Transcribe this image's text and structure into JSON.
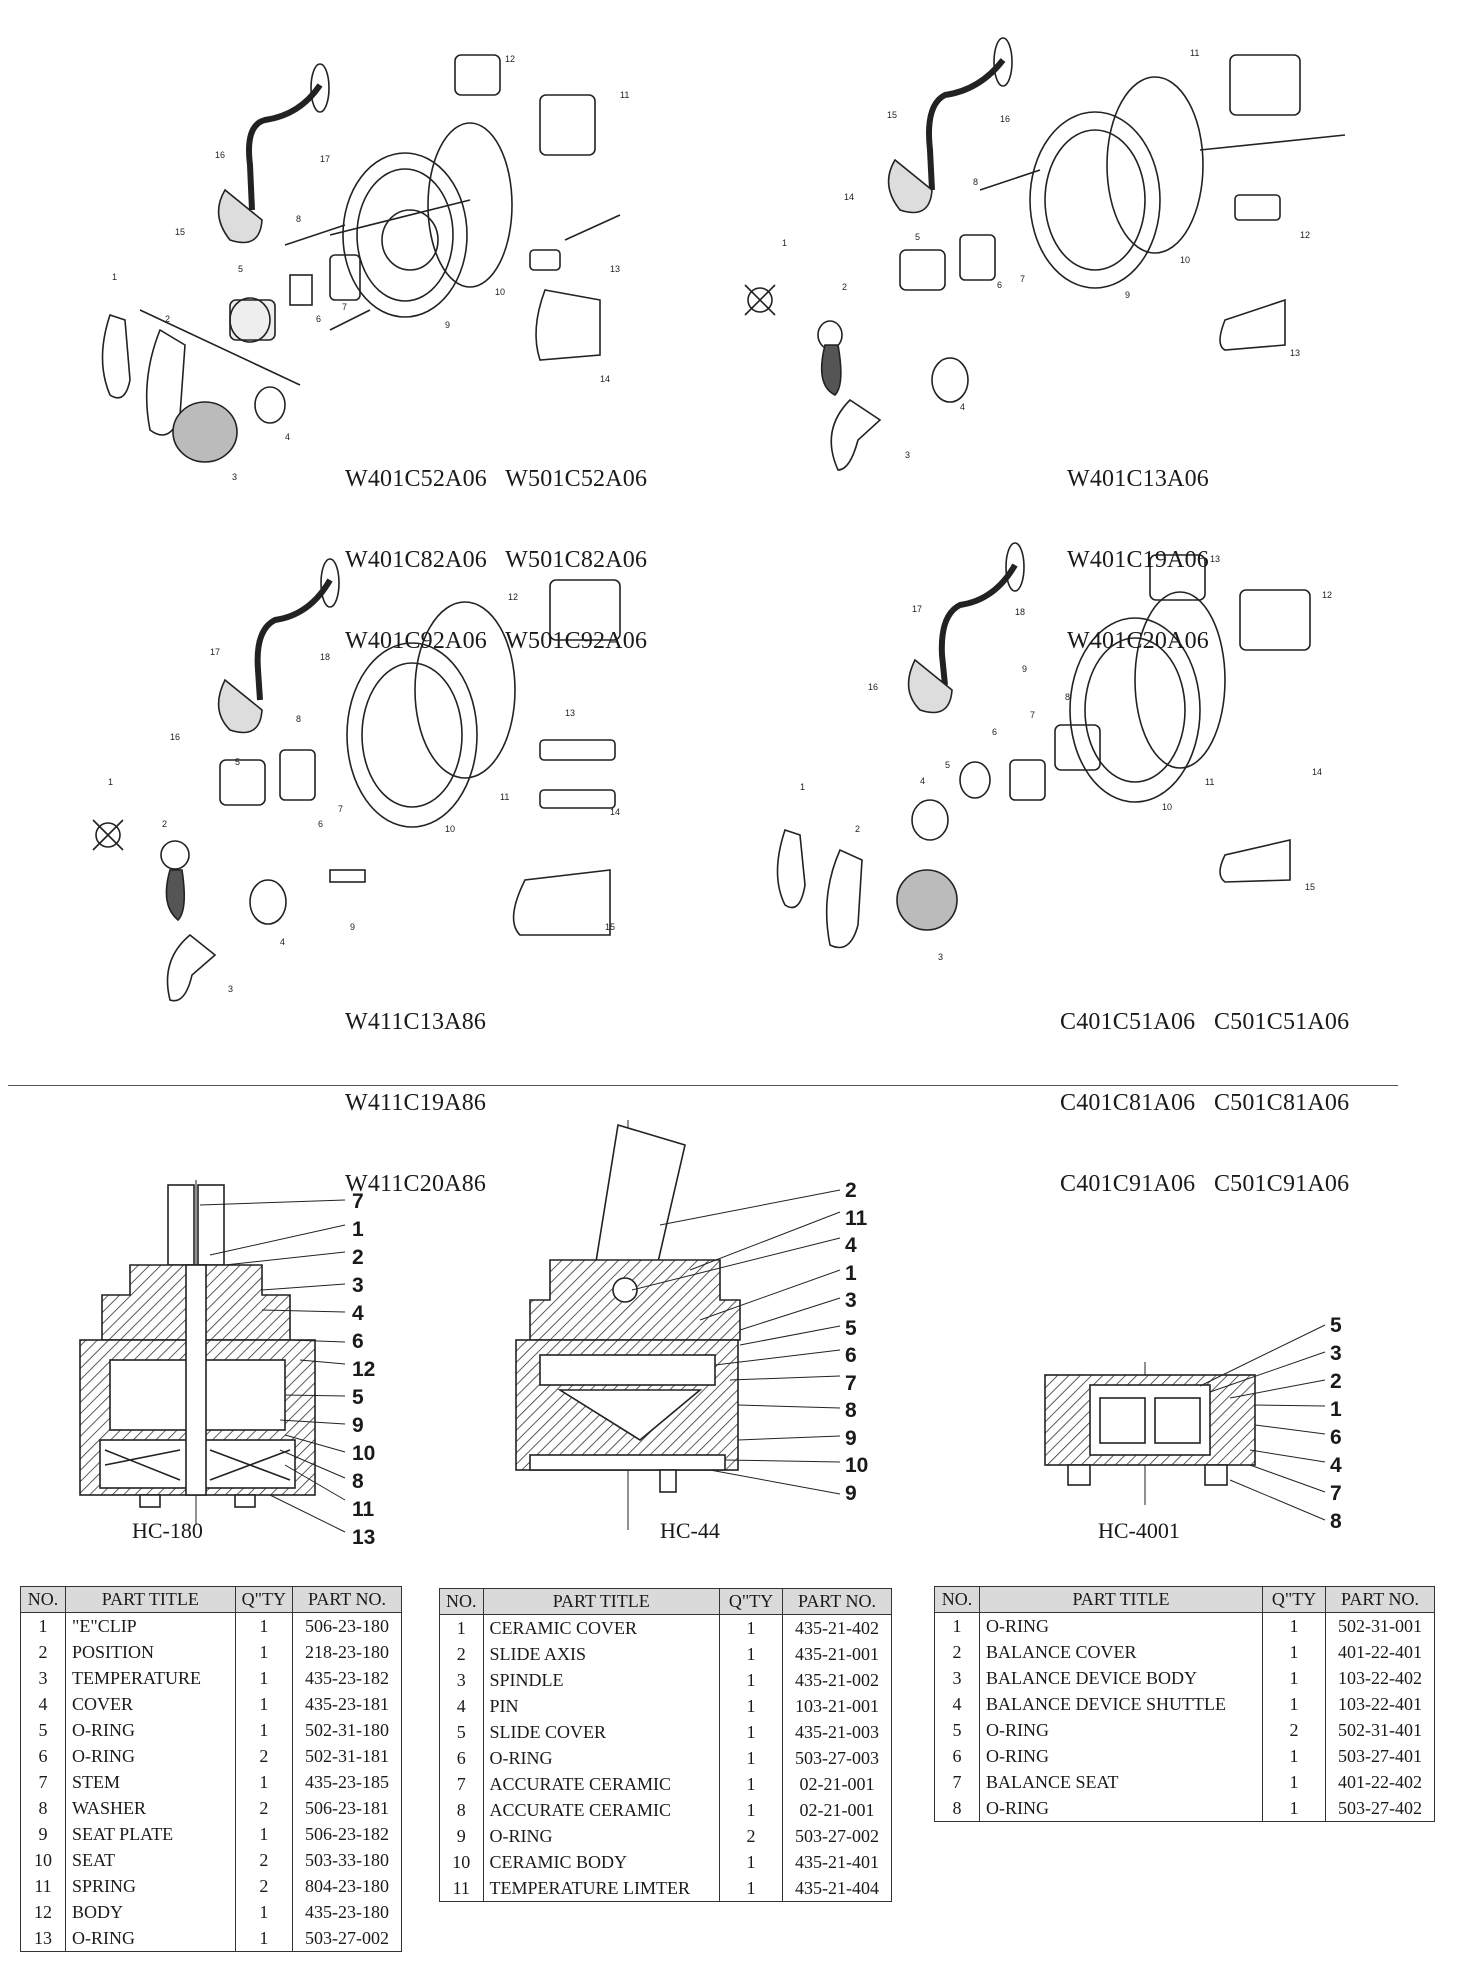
{
  "exploded_views": [
    {
      "models": [
        "W401C52A06   W501C52A06",
        "W401C82A06   W501C82A06",
        "W401C92A06   W501C92A06"
      ]
    },
    {
      "models": [
        "W401C13A06",
        "W401C19A06",
        "W401C20A06"
      ]
    },
    {
      "models": [
        "W411C13A86",
        "W411C19A86",
        "W411C20A86"
      ]
    },
    {
      "models": [
        "C401C51A06   C501C51A06",
        "C401C81A06   C501C81A06",
        "C401C91A06   C501C91A06"
      ]
    }
  ],
  "cartridges": [
    {
      "name": "HC-180",
      "callouts": [
        "7",
        "1",
        "2",
        "3",
        "4",
        "6",
        "12",
        "5",
        "9",
        "10",
        "8",
        "11",
        "13"
      ]
    },
    {
      "name": "HC-44",
      "callouts": [
        "2",
        "11",
        "4",
        "1",
        "3",
        "5",
        "6",
        "7",
        "8",
        "9",
        "10",
        "9"
      ]
    },
    {
      "name": "HC-4001",
      "callouts": [
        "5",
        "3",
        "2",
        "1",
        "6",
        "4",
        "7",
        "8"
      ]
    }
  ],
  "tables": [
    {
      "headers": [
        "NO.",
        "PART TITLE",
        "Q\"TY",
        "PART NO."
      ],
      "rows": [
        [
          "1",
          "\"E\"CLIP",
          "1",
          "506-23-180"
        ],
        [
          "2",
          "POSITION",
          "1",
          "218-23-180"
        ],
        [
          "3",
          "TEMPERATURE",
          "1",
          "435-23-182"
        ],
        [
          "4",
          "COVER",
          "1",
          "435-23-181"
        ],
        [
          "5",
          "O-RING",
          "1",
          "502-31-180"
        ],
        [
          "6",
          "O-RING",
          "2",
          "502-31-181"
        ],
        [
          "7",
          "STEM",
          "1",
          "435-23-185"
        ],
        [
          "8",
          "WASHER",
          "2",
          "506-23-181"
        ],
        [
          "9",
          "SEAT PLATE",
          "1",
          "506-23-182"
        ],
        [
          "10",
          "SEAT",
          "2",
          "503-33-180"
        ],
        [
          "11",
          "SPRING",
          "2",
          "804-23-180"
        ],
        [
          "12",
          "BODY",
          "1",
          "435-23-180"
        ],
        [
          "13",
          "O-RING",
          "1",
          "503-27-002"
        ]
      ]
    },
    {
      "headers": [
        "NO.",
        "PART TITLE",
        "Q\"TY",
        "PART NO."
      ],
      "rows": [
        [
          "1",
          "CERAMIC COVER",
          "1",
          "435-21-402"
        ],
        [
          "2",
          "SLIDE AXIS",
          "1",
          "435-21-001"
        ],
        [
          "3",
          "SPINDLE",
          "1",
          "435-21-002"
        ],
        [
          "4",
          "PIN",
          "1",
          "103-21-001"
        ],
        [
          "5",
          "SLIDE COVER",
          "1",
          "435-21-003"
        ],
        [
          "6",
          "O-RING",
          "1",
          "503-27-003"
        ],
        [
          "7",
          "ACCURATE CERAMIC",
          "1",
          "02-21-001"
        ],
        [
          "8",
          "ACCURATE CERAMIC",
          "1",
          "02-21-001"
        ],
        [
          "9",
          "O-RING",
          "2",
          "503-27-002"
        ],
        [
          "10",
          "CERAMIC BODY",
          "1",
          "435-21-401"
        ],
        [
          "11",
          "TEMPERATURE LIMTER",
          "1",
          "435-21-404"
        ]
      ]
    },
    {
      "headers": [
        "NO.",
        "PART TITLE",
        "Q\"TY",
        "PART NO."
      ],
      "rows": [
        [
          "1",
          "O-RING",
          "1",
          "502-31-001"
        ],
        [
          "2",
          "BALANCE COVER",
          "1",
          "401-22-401"
        ],
        [
          "3",
          "BALANCE DEVICE BODY",
          "1",
          "103-22-402"
        ],
        [
          "4",
          "BALANCE DEVICE SHUTTLE",
          "1",
          "103-22-401"
        ],
        [
          "5",
          "O-RING",
          "2",
          "502-31-401"
        ],
        [
          "6",
          "O-RING",
          "1",
          "503-27-401"
        ],
        [
          "7",
          "BALANCE SEAT",
          "1",
          "401-22-402"
        ],
        [
          "8",
          "O-RING",
          "1",
          "503-27-402"
        ]
      ]
    }
  ]
}
